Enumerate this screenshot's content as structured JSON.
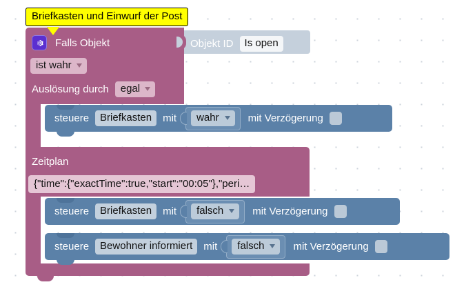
{
  "tooltip": {
    "text": "Briefkasten und Einwurf der Post"
  },
  "blocks": {
    "condition_block": {
      "icon": "gear-icon",
      "title": "Falls Objekt",
      "object_id_label": "Objekt ID",
      "object_id_value": "Is open",
      "state_dropdown": "ist wahr",
      "trigger_label": "Auslösung durch",
      "trigger_dropdown": "egal"
    },
    "schedule_block": {
      "title": "Zeitplan",
      "schedule_value": "{\"time\":{\"exactTime\":true,\"start\":\"00:05\"},\"peri…"
    },
    "statements": [
      {
        "verb": "steuere",
        "target": "Briefkasten",
        "with_label": "mit",
        "value_dropdown": "wahr",
        "delay_label": "mit Verzögerung",
        "delay_checked": false
      },
      {
        "verb": "steuere",
        "target": "Briefkasten",
        "with_label": "mit",
        "value_dropdown": "falsch",
        "delay_label": "mit Verzögerung",
        "delay_checked": false
      },
      {
        "verb": "steuere",
        "target": "Bewohner informiert",
        "with_label": "mit",
        "value_dropdown": "falsch",
        "delay_label": "mit Verzögerung",
        "delay_checked": false
      }
    ]
  },
  "colors": {
    "block_purple": "#a85d86",
    "block_blue": "#5b81a8",
    "tooltip_yellow": "#ffff00",
    "socket_light": "#c5d0dc",
    "gear_button": "#5b2fd0"
  }
}
